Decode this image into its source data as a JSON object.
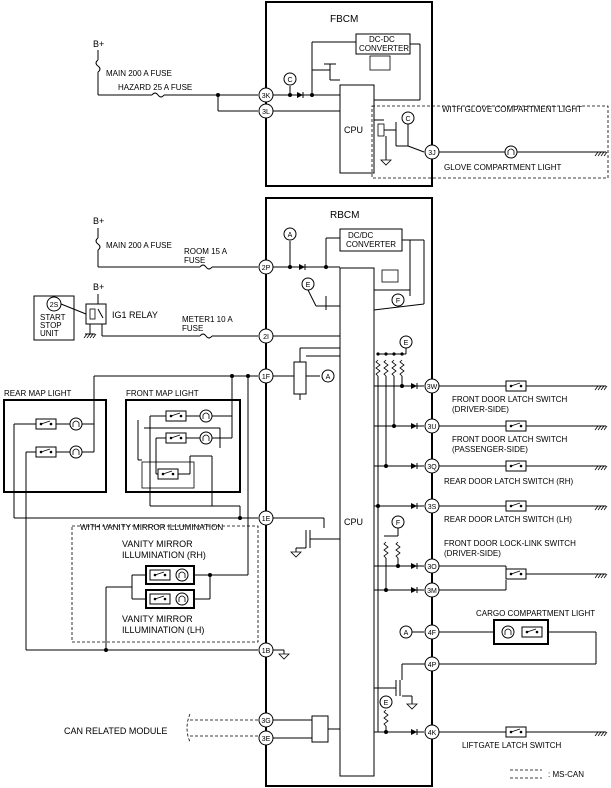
{
  "fbcm": {
    "title": "FBCM",
    "dcdc": [
      "DC-DC",
      "CONVERTER"
    ],
    "cpu": "CPU",
    "b_plus": "B+",
    "main_fuse": "MAIN 200 A FUSE",
    "hazard_fuse": "HAZARD 25 A FUSE",
    "pins": [
      "3K",
      "3L",
      "3J"
    ],
    "marker_c": "C",
    "glove_option": "WITH GLOVE COMPARTMENT LIGHT",
    "glove_light": "GLOVE COMPARTMENT LIGHT"
  },
  "rbcm": {
    "title": "RBCM",
    "dcdc": [
      "DC/DC",
      "CONVERTER"
    ],
    "cpu": "CPU",
    "b_plus": "B+",
    "main_fuse": "MAIN 200 A FUSE",
    "room_fuse": [
      "ROOM 15 A",
      "FUSE"
    ],
    "meter_fuse": [
      "METER1 10 A",
      "FUSE"
    ],
    "ig1_relay": "IG1 RELAY",
    "start_stop_pin": "2S",
    "start_stop_unit": [
      "START",
      "STOP",
      "UNIT"
    ],
    "pins_left": [
      "2P",
      "2I",
      "1F",
      "1E",
      "1B",
      "3G",
      "3E"
    ],
    "pins_right": [
      "3W",
      "3U",
      "3Q",
      "3S",
      "3O",
      "3M",
      "4F",
      "4P",
      "4K"
    ],
    "markers": {
      "a": "A",
      "e": "E",
      "f": "F"
    },
    "rear_map_light": "REAR MAP LIGHT",
    "front_map_light": "FRONT MAP LIGHT",
    "vanity_option": "WITH VANITY MIRROR ILLUMINATION",
    "vanity_rh": [
      "VANITY MIRROR",
      "ILLUMINATION (RH)"
    ],
    "vanity_lh": [
      "VANITY MIRROR",
      "ILLUMINATION (LH)"
    ],
    "can_module": "CAN RELATED MODULE",
    "switches": [
      [
        "FRONT DOOR LATCH SWITCH",
        "(DRIVER-SIDE)"
      ],
      [
        "FRONT DOOR LATCH SWITCH",
        "(PASSENGER-SIDE)"
      ],
      [
        "REAR DOOR LATCH SWITCH (RH)"
      ],
      [
        "REAR DOOR LATCH SWITCH (LH)"
      ],
      [
        "FRONT DOOR LOCK-LINK SWITCH",
        "(DRIVER-SIDE)"
      ]
    ],
    "cargo_light": "CARGO COMPARTMENT LIGHT",
    "liftgate_switch": "LIFTGATE LATCH SWITCH",
    "legend_ms_can": ": MS-CAN"
  }
}
